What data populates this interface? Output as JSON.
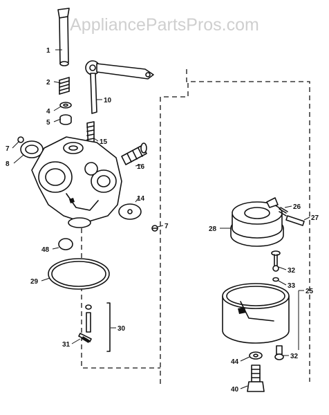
{
  "watermark": "AppliancePartsPros.com",
  "parts": [
    {
      "id": "p1",
      "label": "1"
    },
    {
      "id": "p2",
      "label": "2"
    },
    {
      "id": "p4",
      "label": "4"
    },
    {
      "id": "p5",
      "label": "5"
    },
    {
      "id": "p7a",
      "label": "7"
    },
    {
      "id": "p8",
      "label": "8"
    },
    {
      "id": "p10",
      "label": "10"
    },
    {
      "id": "p15",
      "label": "15"
    },
    {
      "id": "p16",
      "label": "16"
    },
    {
      "id": "p14",
      "label": "14"
    },
    {
      "id": "p7b",
      "label": "7"
    },
    {
      "id": "p48",
      "label": "48"
    },
    {
      "id": "p29",
      "label": "29"
    },
    {
      "id": "p30",
      "label": "30"
    },
    {
      "id": "p31",
      "label": "31"
    },
    {
      "id": "p26",
      "label": "26"
    },
    {
      "id": "p27",
      "label": "27"
    },
    {
      "id": "p28",
      "label": "28"
    },
    {
      "id": "p32a",
      "label": "32"
    },
    {
      "id": "p33",
      "label": "33"
    },
    {
      "id": "p25",
      "label": "25"
    },
    {
      "id": "p44",
      "label": "44"
    },
    {
      "id": "p32b",
      "label": "32"
    },
    {
      "id": "p40",
      "label": "40"
    }
  ]
}
